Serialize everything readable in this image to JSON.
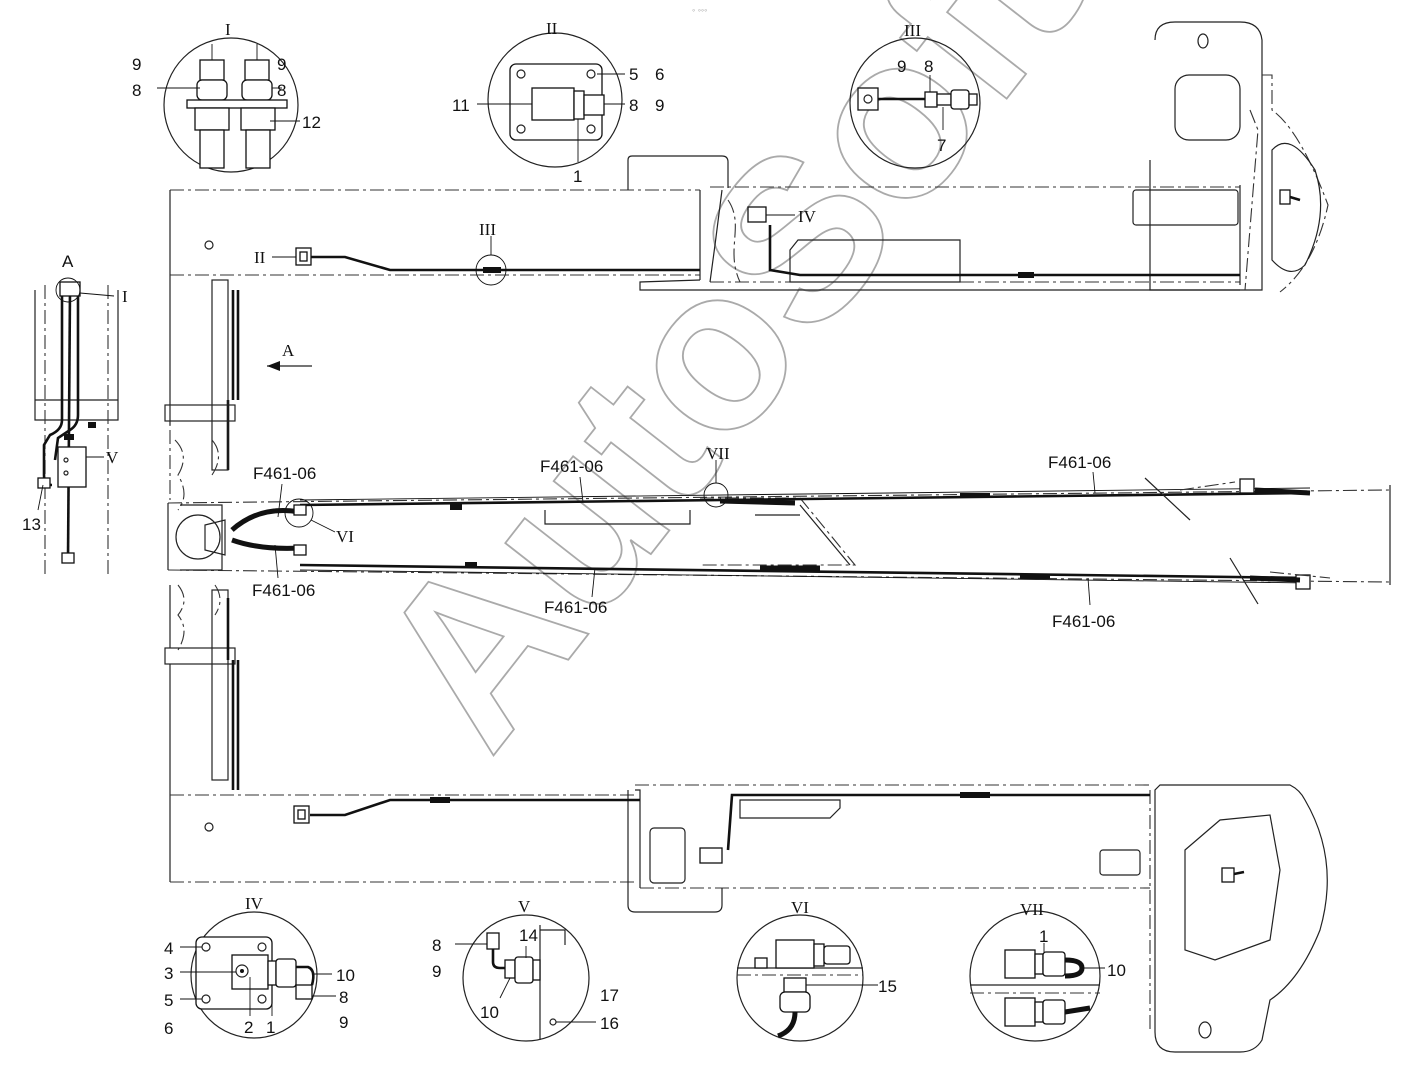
{
  "watermark": "AutoSoft",
  "top_mark": "◦ ◦◦◦",
  "view_A": {
    "letter": "A",
    "arrow_label": "A"
  },
  "detail_labels": {
    "I": "I",
    "II": "II",
    "III": "III",
    "IV": "IV",
    "V": "V",
    "VI": "VI",
    "VII": "VII"
  },
  "part_numbers": [
    "1",
    "2",
    "3",
    "4",
    "5",
    "6",
    "7",
    "8",
    "9",
    "10",
    "11",
    "12",
    "13",
    "14",
    "15",
    "16",
    "17"
  ],
  "hose_code": "F461-06",
  "colors": {
    "line": "#111111",
    "watermark": "#aaaaaa",
    "background": "#ffffff"
  }
}
